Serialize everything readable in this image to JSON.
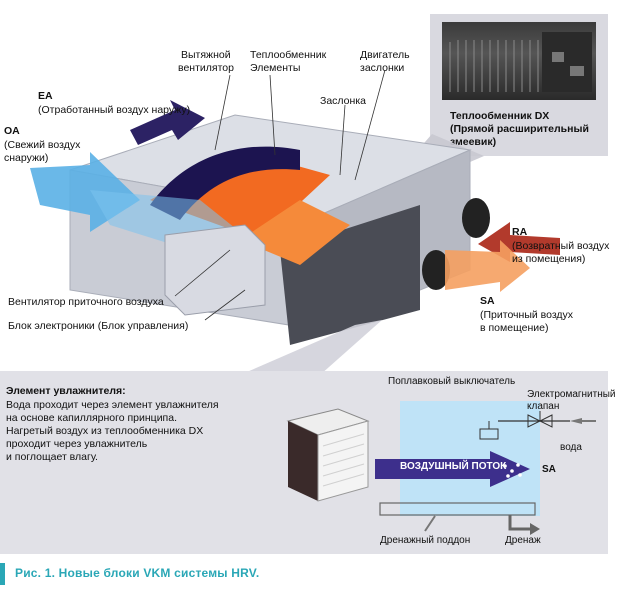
{
  "labels": {
    "exhaust_fan": [
      "Вытяжной",
      "вентилятор"
    ],
    "heat_exchanger": [
      "Теплообменник",
      "Элементы"
    ],
    "damper_motor": [
      "Двигатель",
      "заслонки"
    ],
    "damper": "Заслонка",
    "ea_code": "EA",
    "ea_text": "(Отработанный воздух наружу)",
    "oa_code": "OA",
    "oa_text": [
      "(Свежий воздух",
      "снаружи)"
    ],
    "dx_title": [
      "Теплообменник DX",
      "(Прямой расширительный",
      "змеевик)"
    ],
    "ra_code": "RA",
    "ra_text": [
      "(Возвратный воздух",
      "из помещения)"
    ],
    "sa_code": "SA",
    "sa_text": [
      "(Приточный воздух",
      "в помещение)"
    ],
    "supply_fan": "Вентилятор приточного воздуха",
    "electronics": "Блок электроники (Блок управления)"
  },
  "humidifier": {
    "title": "Элемент увлажнителя:",
    "lines": [
      "Вода проходит через элемент увлажнителя",
      "на основе капиллярного принципа.",
      "Нагретый воздух из теплообменника DX",
      "проходит через увлажнитель",
      "и поглощает влагу."
    ],
    "float_switch": "Поплавковый выключатель",
    "solenoid_valve": [
      "Электромагнитный",
      "клапан"
    ],
    "water": "вода",
    "airflow": "ВОЗДУШНЫЙ ПОТОК",
    "sa": "SA",
    "drain_pan": "Дренажный поддон",
    "drain": "Дренаж"
  },
  "caption": "Рис. 1. Новые блоки VKM системы HRV.",
  "colors": {
    "accent": "#2aa7b6",
    "supply_air": "#5ab0e6",
    "exhaust_air": "#1c1450",
    "heat": "#f26a21",
    "return_air": "#b23a2c",
    "airflow_arrow": "#3d2f8c"
  }
}
